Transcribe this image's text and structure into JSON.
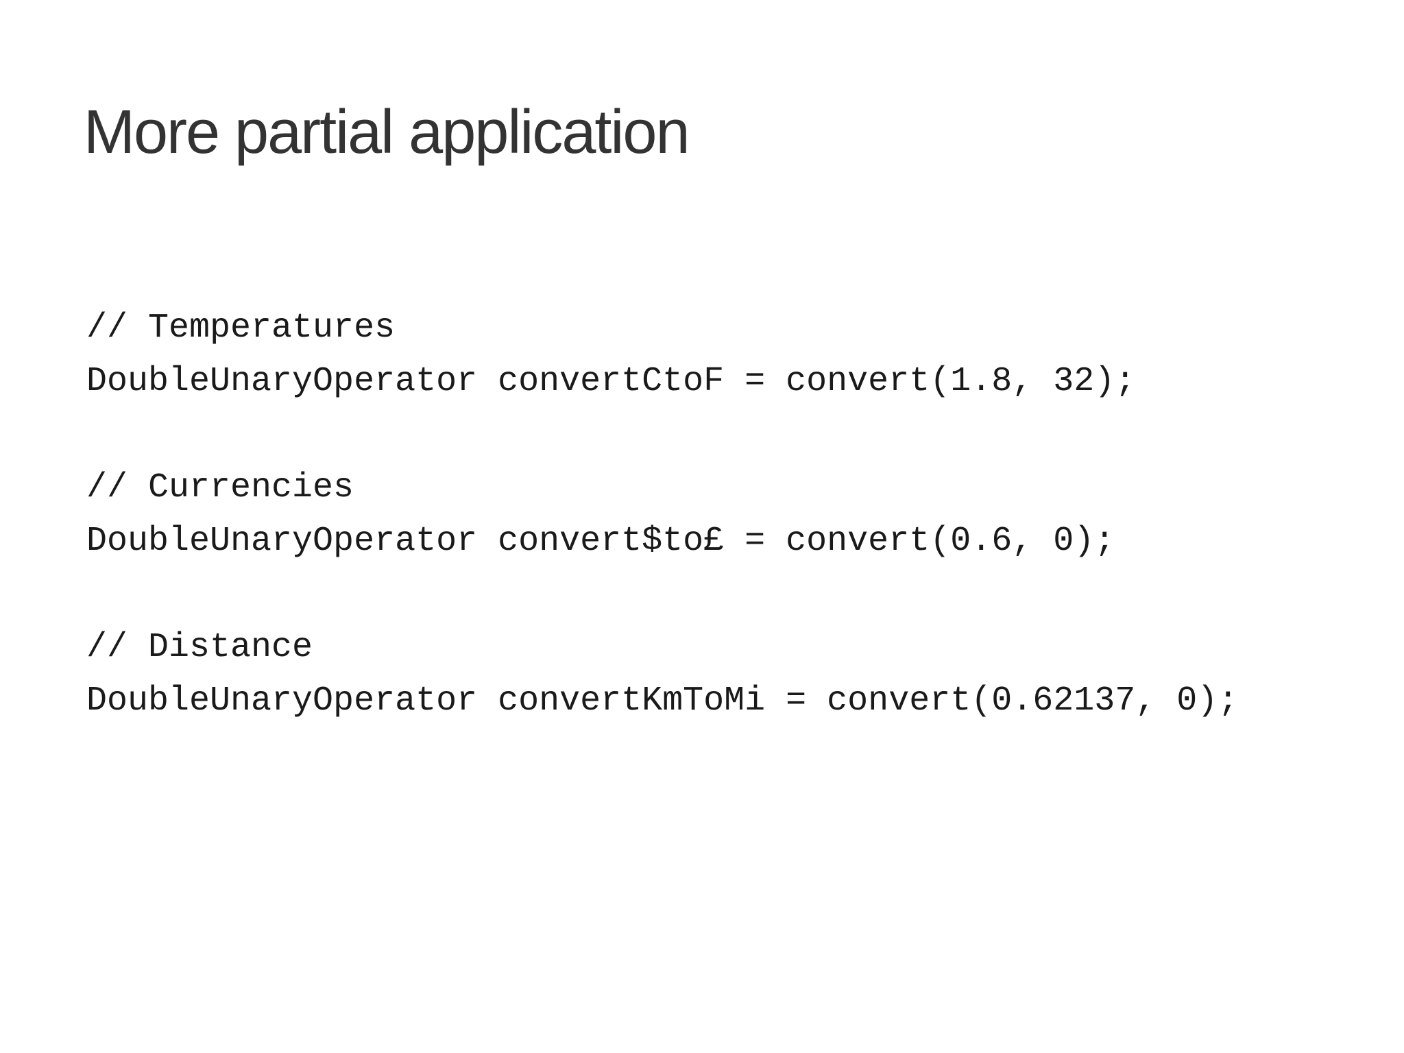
{
  "slide": {
    "title": "More partial application",
    "code_blocks": [
      {
        "comment": "// Temperatures",
        "code": "DoubleUnaryOperator convertCtoF = convert(1.8, 32);"
      },
      {
        "comment": "// Currencies",
        "code": "DoubleUnaryOperator convert$to£ = convert(0.6, 0);"
      },
      {
        "comment": "// Distance",
        "code": "DoubleUnaryOperator convertKmToMi = convert(0.62137, 0);"
      }
    ],
    "colors": {
      "background": "#ffffff",
      "title_text": "#333333",
      "code_text": "#1a1a1a"
    }
  }
}
